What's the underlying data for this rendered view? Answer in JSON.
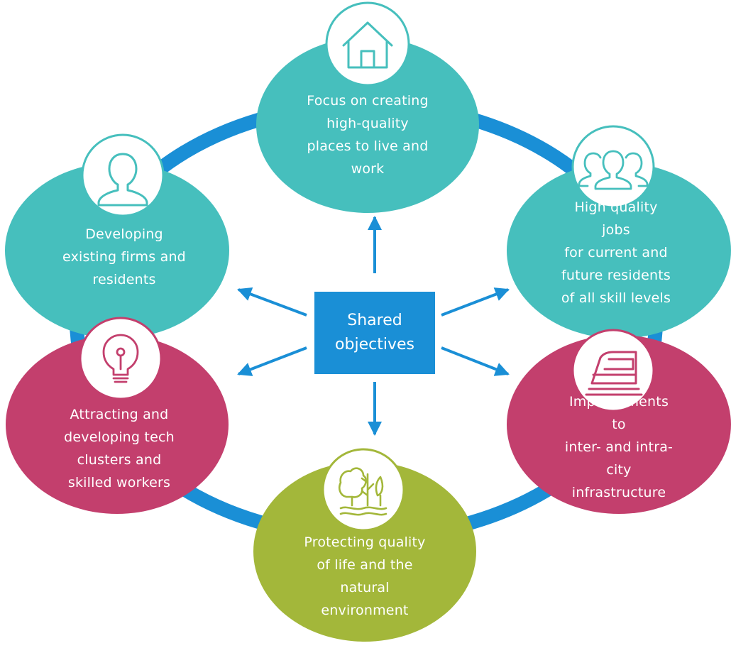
{
  "center": {
    "label": "Shared\nobjectives",
    "color": "#1a8fd6"
  },
  "colors": {
    "ring": "#1a8fd6",
    "arrow": "#1a8fd6",
    "teal": "#46bfbd",
    "magenta": "#c33f6d",
    "olive": "#a3b73a"
  },
  "nodes": [
    {
      "id": "places",
      "icon": "house-icon",
      "label": "Focus on creating\nhigh-quality\nplaces to live and\nwork",
      "color": "#46bfbd"
    },
    {
      "id": "jobs",
      "icon": "people-group-icon",
      "label": "High quality jobs\nfor current and\nfuture residents\nof all skill levels",
      "color": "#46bfbd"
    },
    {
      "id": "infrastructure",
      "icon": "train-icon",
      "label": "Improvements to\ninter- and intra-\ncity infrastructure",
      "color": "#c33f6d"
    },
    {
      "id": "environment",
      "icon": "trees-icon",
      "label": "Protecting quality\nof life and the\nnatural\nenvironment",
      "color": "#a3b73a"
    },
    {
      "id": "tech",
      "icon": "lightbulb-icon",
      "label": "Attracting and\ndeveloping tech\nclusters and\nskilled workers",
      "color": "#c33f6d"
    },
    {
      "id": "firms",
      "icon": "person-icon",
      "label": "Developing\nexisting firms and\nresidents",
      "color": "#46bfbd"
    }
  ]
}
